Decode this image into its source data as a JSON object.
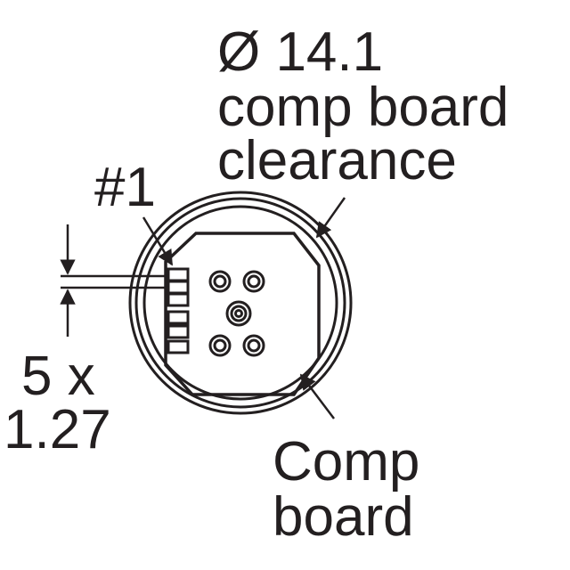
{
  "labels": {
    "clearance_line1": "Ø 14.1",
    "clearance_line2": "comp board",
    "clearance_line3": "clearance",
    "pin_one": "#1",
    "pitch_line1": "5 x",
    "pitch_line2": "1.27",
    "board_line1": "Comp",
    "board_line2": "board"
  },
  "colors": {
    "ink": "#231f20",
    "background": "#ffffff"
  }
}
